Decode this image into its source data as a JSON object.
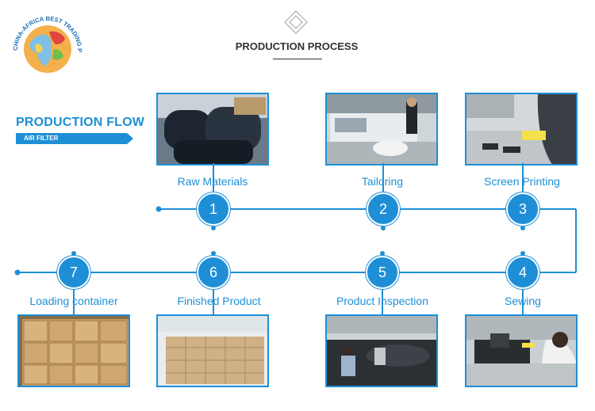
{
  "logo": {
    "arc_text": "CHINA-AFRICA BEST TRADING PLATFORM"
  },
  "header": {
    "title": "PRODUCTION PROCESS"
  },
  "flow": {
    "title": "PRODUCTION FLOW",
    "subtitle": "AIR FILTER"
  },
  "steps": [
    {
      "number": "1",
      "label": "Raw Materials"
    },
    {
      "number": "2",
      "label": "Tailoring"
    },
    {
      "number": "3",
      "label": "Screen Printing"
    },
    {
      "number": "4",
      "label": "Sewing"
    },
    {
      "number": "5",
      "label": "Product Inspection"
    },
    {
      "number": "6",
      "label": "Finished Product"
    },
    {
      "number": "7",
      "label": "Loading container"
    }
  ],
  "colors": {
    "accent": "#1e8fd6",
    "heading": "#333333"
  }
}
